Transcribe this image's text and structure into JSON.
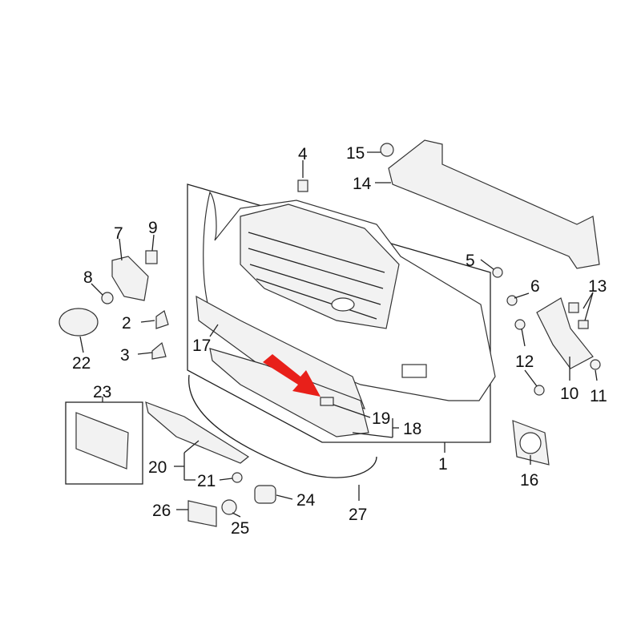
{
  "diagram": {
    "title": "Front bumper parts diagram",
    "highlight_color": "#e8201a",
    "highlighted_part": "19",
    "callouts": [
      "1",
      "2",
      "3",
      "4",
      "5",
      "6",
      "7",
      "8",
      "9",
      "10",
      "11",
      "12",
      "13",
      "14",
      "15",
      "16",
      "17",
      "18",
      "19",
      "20",
      "21",
      "22",
      "23",
      "24",
      "25",
      "26",
      "27"
    ]
  }
}
